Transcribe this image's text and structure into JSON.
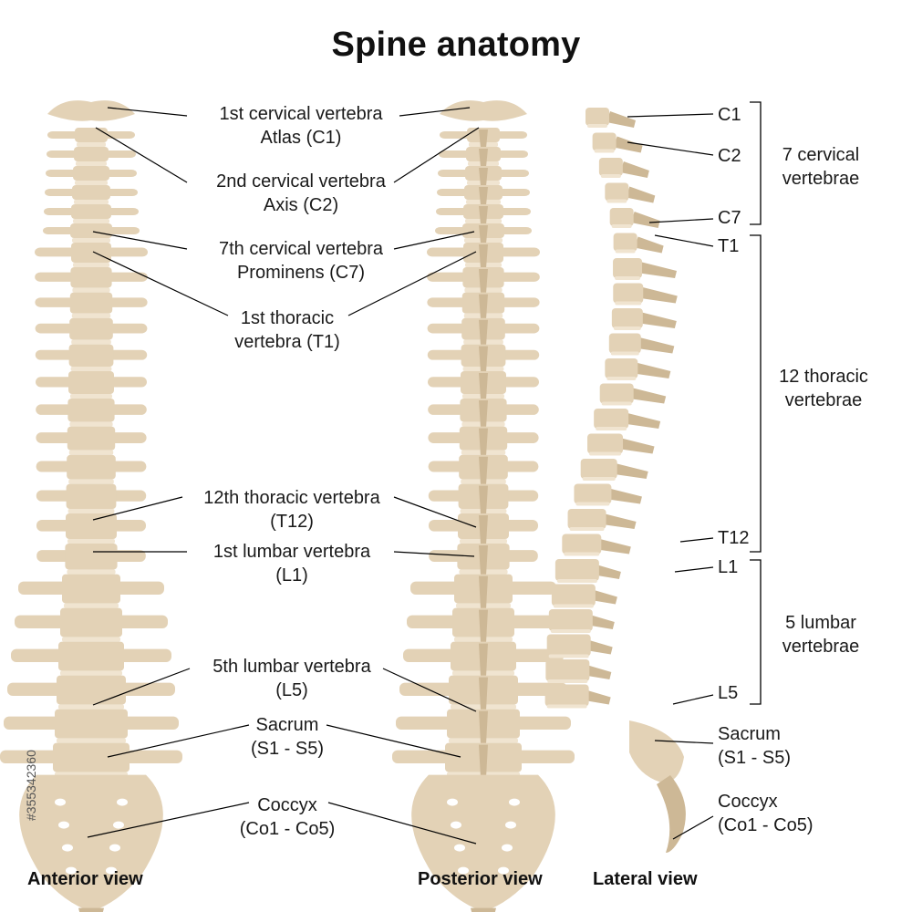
{
  "title": "Spine anatomy",
  "labels": {
    "c1": [
      "1st cervical vertebra",
      "Atlas (C1)"
    ],
    "c2": [
      "2nd cervical vertebra",
      "Axis (C2)"
    ],
    "c7": [
      "7th cervical vertebra",
      "Prominens (C7)"
    ],
    "t1": [
      "1st thoracic",
      "vertebra (T1)"
    ],
    "t12": [
      "12th thoracic vertebra",
      "(T12)"
    ],
    "l1": [
      "1st lumbar vertebra",
      "(L1)"
    ],
    "l5": [
      "5th lumbar vertebra",
      "(L5)"
    ],
    "sacrum": [
      "Sacrum",
      "(S1 - S5)"
    ],
    "coccyx": [
      "Coccyx",
      "(Co1 - Co5)"
    ]
  },
  "lateral": {
    "c1": "C1",
    "c2": "C2",
    "c7": "C7",
    "t1": "T1",
    "t12": "T12",
    "l1": "L1",
    "l5": "L5",
    "sacrum": [
      "Sacrum",
      "(S1 - S5)"
    ],
    "coccyx": [
      "Coccyx",
      "(Co1 - Co5)"
    ]
  },
  "groups": {
    "cervical": [
      "7 cervical",
      "vertebrae"
    ],
    "thoracic": [
      "12 thoracic",
      "vertebrae"
    ],
    "lumbar": [
      "5 lumbar",
      "vertebrae"
    ]
  },
  "views": {
    "anterior": "Anterior view",
    "posterior": "Posterior view",
    "lateral": "Lateral view"
  },
  "stock_id": "#355342360",
  "colors": {
    "bone": "#e3d2b6",
    "bone_dark": "#cdb896",
    "disc": "#f0e4d0",
    "line": "#000000"
  }
}
